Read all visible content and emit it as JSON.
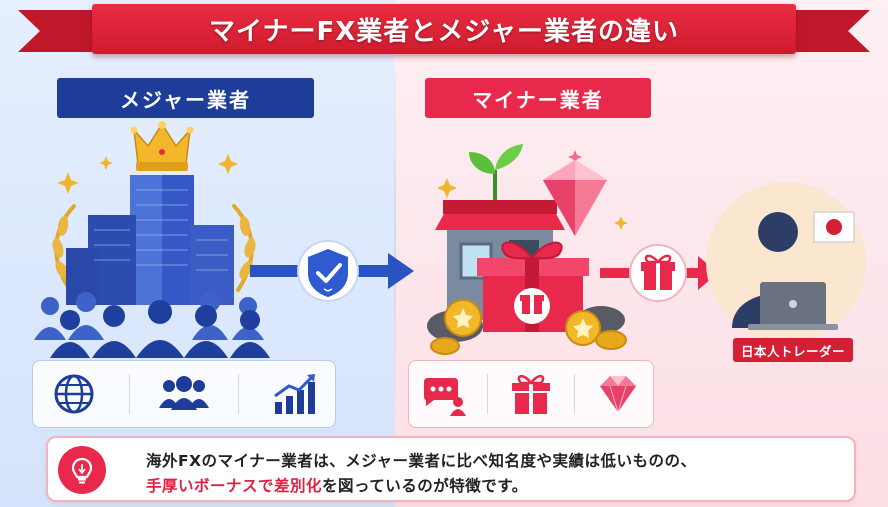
{
  "title": "マイナーFX業者とメジャー業者の違い",
  "left": {
    "label": "メジャー業者",
    "icons": [
      "globe-icon",
      "group-people-icon",
      "growth-chart-icon"
    ],
    "colors": {
      "primary": "#1d3d99",
      "accent": "#3d63c9"
    }
  },
  "right": {
    "label": "マイナー業者",
    "icons": [
      "chat-bubble-person-icon",
      "gift-box-icon",
      "diamond-icon"
    ],
    "colors": {
      "primary": "#e8294b"
    }
  },
  "trader": {
    "tag": "日本人トレーダー"
  },
  "note": {
    "line1": "海外FXのマイナー業者は、メジャー業者に比べ知名度や実績は低いものの、",
    "line2_highlight": "手厚いボーナスで差別化",
    "line2_rest": "を図っているのが特徴です。",
    "icon": "lightbulb-icon"
  },
  "colors": {
    "ribbon": "#d91f33",
    "highlight": "#e41e3f"
  }
}
